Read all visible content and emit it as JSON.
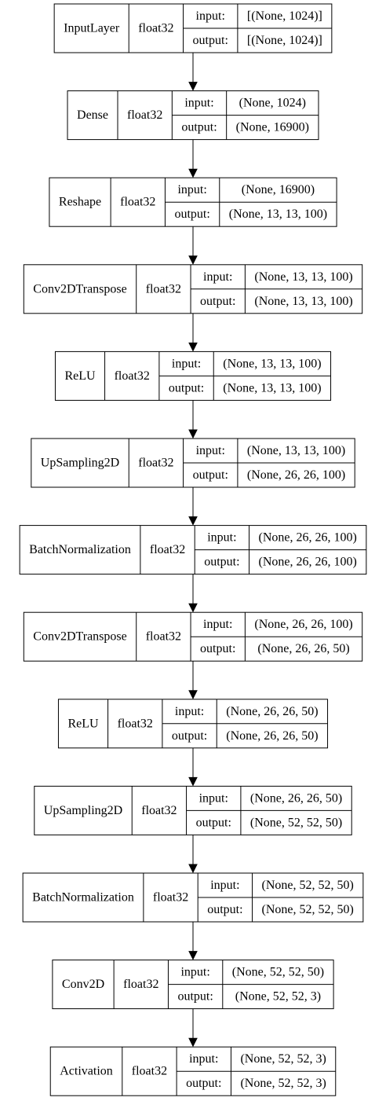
{
  "labels": {
    "input": "input:",
    "output": "output:"
  },
  "layers": [
    {
      "name": "InputLayer",
      "dtype": "float32",
      "input": "[(None, 1024)]",
      "output": "[(None, 1024)]"
    },
    {
      "name": "Dense",
      "dtype": "float32",
      "input": "(None, 1024)",
      "output": "(None, 16900)"
    },
    {
      "name": "Reshape",
      "dtype": "float32",
      "input": "(None, 16900)",
      "output": "(None, 13, 13, 100)"
    },
    {
      "name": "Conv2DTranspose",
      "dtype": "float32",
      "input": "(None, 13, 13, 100)",
      "output": "(None, 13, 13, 100)"
    },
    {
      "name": "ReLU",
      "dtype": "float32",
      "input": "(None, 13, 13, 100)",
      "output": "(None, 13, 13, 100)"
    },
    {
      "name": "UpSampling2D",
      "dtype": "float32",
      "input": "(None, 13, 13, 100)",
      "output": "(None, 26, 26, 100)"
    },
    {
      "name": "BatchNormalization",
      "dtype": "float32",
      "input": "(None, 26, 26, 100)",
      "output": "(None, 26, 26, 100)"
    },
    {
      "name": "Conv2DTranspose",
      "dtype": "float32",
      "input": "(None, 26, 26, 100)",
      "output": "(None, 26, 26, 50)"
    },
    {
      "name": "ReLU",
      "dtype": "float32",
      "input": "(None, 26, 26, 50)",
      "output": "(None, 26, 26, 50)"
    },
    {
      "name": "UpSampling2D",
      "dtype": "float32",
      "input": "(None, 26, 26, 50)",
      "output": "(None, 52, 52, 50)"
    },
    {
      "name": "BatchNormalization",
      "dtype": "float32",
      "input": "(None, 52, 52, 50)",
      "output": "(None, 52, 52, 50)"
    },
    {
      "name": "Conv2D",
      "dtype": "float32",
      "input": "(None, 52, 52, 50)",
      "output": "(None, 52, 52, 3)"
    },
    {
      "name": "Activation",
      "dtype": "float32",
      "input": "(None, 52, 52, 3)",
      "output": "(None, 52, 52, 3)"
    }
  ]
}
